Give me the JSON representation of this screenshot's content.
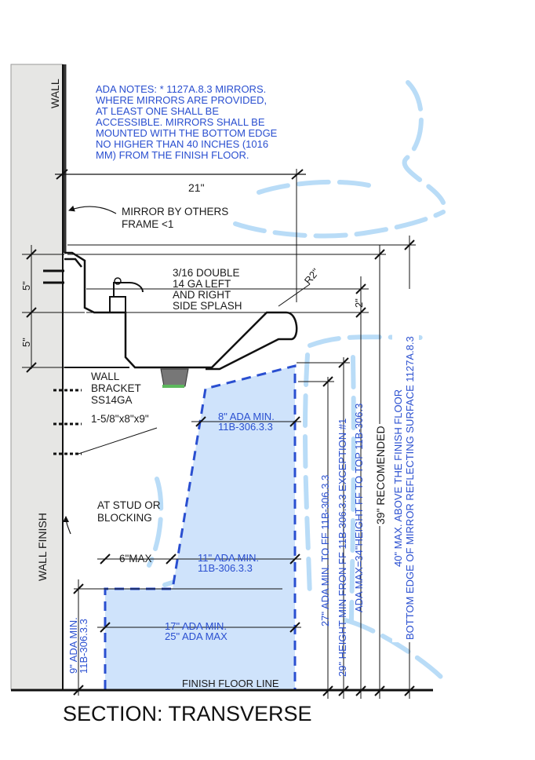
{
  "title": "SECTION: TRANSVERSE",
  "labels": {
    "wall": "WALL",
    "wall_finish": "WALL FINISH",
    "ada_notes": [
      "ADA NOTES: * 1127A.8.3 MIRRORS.",
      "WHERE MIRRORS ARE PROVIDED,",
      "AT LEAST ONE SHALL BE",
      "ACCESSIBLE. MIRRORS SHALL BE",
      "MOUNTED WITH THE BOTTOM EDGE",
      "NO HIGHER THAN 40 INCHES (1016",
      "MM) FROM THE FINISH FLOOR."
    ],
    "mirror": [
      "MIRROR BY OTHERS",
      "FRAME <1"
    ],
    "splash": [
      "3/16 DOUBLE",
      "14 GA LEFT",
      "AND RIGHT",
      "SIDE SPLASH"
    ],
    "bracket": [
      "WALL",
      "BRACKET",
      "SS14GA"
    ],
    "bracket_size": "1-5/8\"x8\"x9\"",
    "stud": [
      "AT STUD OR",
      "BLOCKING"
    ],
    "finish_floor": "FINISH FLOOR LINE"
  },
  "dimensions": {
    "width_21": "21\"",
    "r2": "R2\"",
    "two": "2\"",
    "five_top": "5\"",
    "five_bottom": "5\"",
    "eight_min": [
      "8\" ADA MIN.",
      "11B-306.3.3"
    ],
    "six_max": "6\"MAX",
    "eleven_min": [
      "11\" ADA MIN.",
      "11B-306.3.3"
    ],
    "seventeen": [
      "17\" ADA MIN.",
      "25\" ADA MAX"
    ],
    "nine_min": [
      "9\" ADA MIN.",
      "11B-306.3.3"
    ],
    "v27": "27\" ADA MIN. TO FF 11B-306.3.3",
    "v29": "29\" HEIGHT MIN FRON FF 11B-306.3.3 EXCEPTION #1",
    "v34": "ADA MAX=34\"HEIGHT FF TO TOP 11B-306.3",
    "v39": "39\" RECOMENDED",
    "v40": "40\" MAX. ABOVE THE FINISH FLOOR",
    "vmirror": "BOTTOM EDGE OF MIRROR REFLECTING SURFACE 1127A.8.3"
  },
  "colors": {
    "ada_blue": "#2a4fd0",
    "clearance_fill": "#cfe3fb",
    "wall_fill": "#e6e6e4",
    "light_blue": "#b9dcf7"
  }
}
